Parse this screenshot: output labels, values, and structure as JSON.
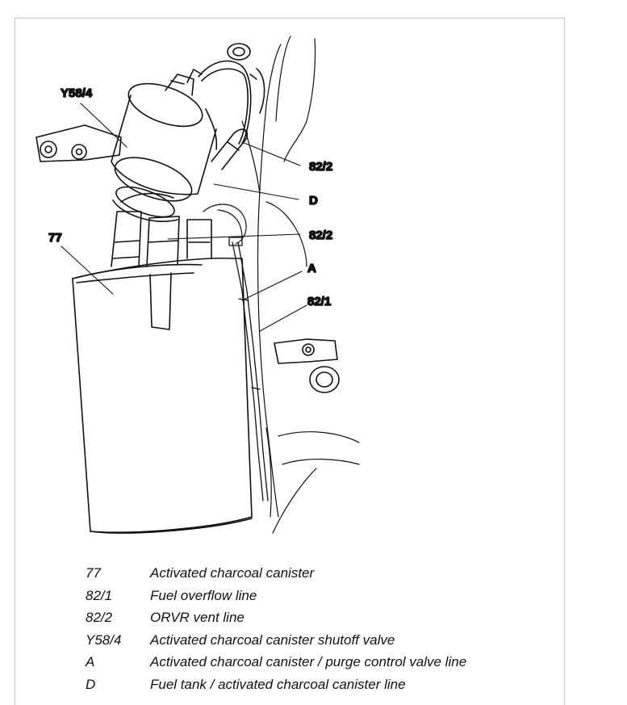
{
  "diagram": {
    "callouts": {
      "y58_4": "Y58/4",
      "p82_2_top": "82/2",
      "d": "D",
      "p82_2_mid": "82/2",
      "p77": "77",
      "a": "A",
      "p82_1": "82/1"
    },
    "legend": [
      {
        "code": "77",
        "desc": "Activated charcoal canister"
      },
      {
        "code": "82/1",
        "desc": "Fuel overflow line"
      },
      {
        "code": "82/2",
        "desc": "ORVR vent line"
      },
      {
        "code": "Y58/4",
        "desc": "Activated charcoal canister shutoff valve"
      },
      {
        "code": "A",
        "desc": "Activated charcoal canister / purge control valve line"
      },
      {
        "code": "D",
        "desc": "Fuel tank / activated charcoal canister line"
      }
    ]
  }
}
